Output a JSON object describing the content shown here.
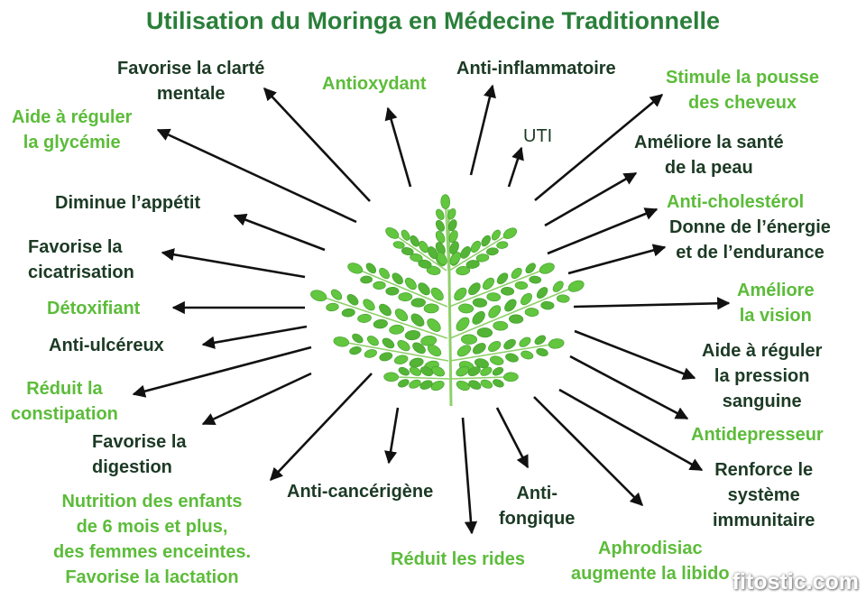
{
  "title": "Utilisation du Moringa en Médecine Traditionnelle",
  "colors": {
    "dark_text": "#1c3a24",
    "light_text": "#5cbc3a",
    "title": "#2a7f3a",
    "arrow": "#111111",
    "leaf": "#5fc23c"
  },
  "center_icon": "moringa-leaf-icon",
  "benefits": [
    {
      "id": "clarte",
      "lines": [
        "Favorise la clarté",
        "mentale"
      ]
    },
    {
      "id": "antioxydant",
      "lines": [
        "Antioxydant"
      ]
    },
    {
      "id": "anti-inflammatoire",
      "lines": [
        "Anti-inflammatoire"
      ]
    },
    {
      "id": "uti",
      "lines": [
        "UTI"
      ]
    },
    {
      "id": "cheveux",
      "lines": [
        "Stimule la pousse",
        "des cheveux"
      ]
    },
    {
      "id": "glycemie",
      "lines": [
        "Aide à réguler",
        "la glycémie"
      ]
    },
    {
      "id": "peau",
      "lines": [
        "Améliore la santé",
        "de la peau"
      ]
    },
    {
      "id": "appetit",
      "lines": [
        "Diminue l’appétit"
      ]
    },
    {
      "id": "cholesterol",
      "lines": [
        "Anti-cholestérol"
      ]
    },
    {
      "id": "energie",
      "lines": [
        "Donne de l’énergie",
        "et de l’endurance"
      ]
    },
    {
      "id": "cicatrisation",
      "lines": [
        "Favorise la",
        "cicatrisation"
      ]
    },
    {
      "id": "detoxifiant",
      "lines": [
        "Détoxifiant"
      ]
    },
    {
      "id": "vision",
      "lines": [
        "Améliore",
        "la vision"
      ]
    },
    {
      "id": "ulcereux",
      "lines": [
        "Anti-ulcéreux"
      ]
    },
    {
      "id": "pression",
      "lines": [
        "Aide à réguler",
        "la pression",
        "sanguine"
      ]
    },
    {
      "id": "constipation",
      "lines": [
        "Réduit la",
        "constipation"
      ]
    },
    {
      "id": "antidepresseur",
      "lines": [
        "Antidepresseur"
      ]
    },
    {
      "id": "digestion",
      "lines": [
        "Favorise la",
        "digestion"
      ]
    },
    {
      "id": "immunitaire",
      "lines": [
        "Renforce le",
        "système",
        "immunitaire"
      ]
    },
    {
      "id": "cancer",
      "lines": [
        "Anti-cancérigène"
      ]
    },
    {
      "id": "fongique",
      "lines": [
        "Anti-",
        "fongique"
      ]
    },
    {
      "id": "nutrition",
      "lines": [
        "Nutrition des enfants",
        "de 6 mois et plus,",
        "des femmes enceintes.",
        "Favorise la lactation"
      ]
    },
    {
      "id": "rides",
      "lines": [
        "Réduit les rides"
      ]
    },
    {
      "id": "aphrodisiac",
      "lines": [
        "Aphrodisiac",
        "augmente la libido"
      ]
    }
  ],
  "watermark": "fitostic.com"
}
